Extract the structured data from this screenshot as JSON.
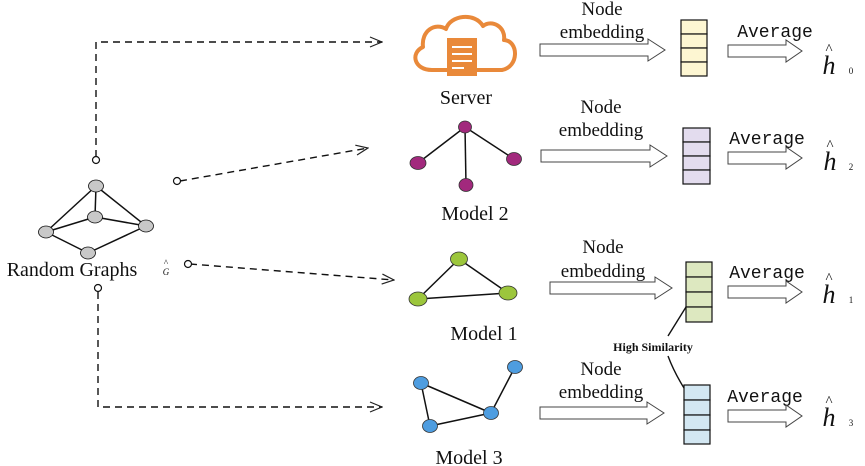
{
  "source": {
    "label": "Random Graphs",
    "symbol": "G",
    "hat": "^",
    "node_color": "#c8c8c8"
  },
  "colors": {
    "server_icon": "#e9893a",
    "model2_nodes": "#a2297d",
    "model1_nodes": "#9cc63c",
    "model3_nodes": "#4e9de0",
    "server_vector": "#fdf6d2",
    "model2_vector": "#e3dcee",
    "model1_vector": "#dde8c0",
    "model3_vector": "#d3e7f2"
  },
  "icons": {
    "server": "cloud-document-icon"
  },
  "rows": [
    {
      "id": "server",
      "name": "Server",
      "step1": "Node",
      "step2": "embedding",
      "avg": "Average",
      "hat": "^",
      "h": "h",
      "sub": "0"
    },
    {
      "id": "model2",
      "name": "Model 2",
      "step1": "Node",
      "step2": "embedding",
      "avg": "Average",
      "hat": "^",
      "h": "h",
      "sub": "2"
    },
    {
      "id": "model1",
      "name": "Model 1",
      "step1": "Node",
      "step2": "embedding",
      "avg": "Average",
      "hat": "^",
      "h": "h",
      "sub": "1"
    },
    {
      "id": "model3",
      "name": "Model 3",
      "step1": "Node",
      "step2": "embedding",
      "avg": "Average",
      "hat": "^",
      "h": "h",
      "sub": "3"
    }
  ],
  "annotation": "High Similarity"
}
